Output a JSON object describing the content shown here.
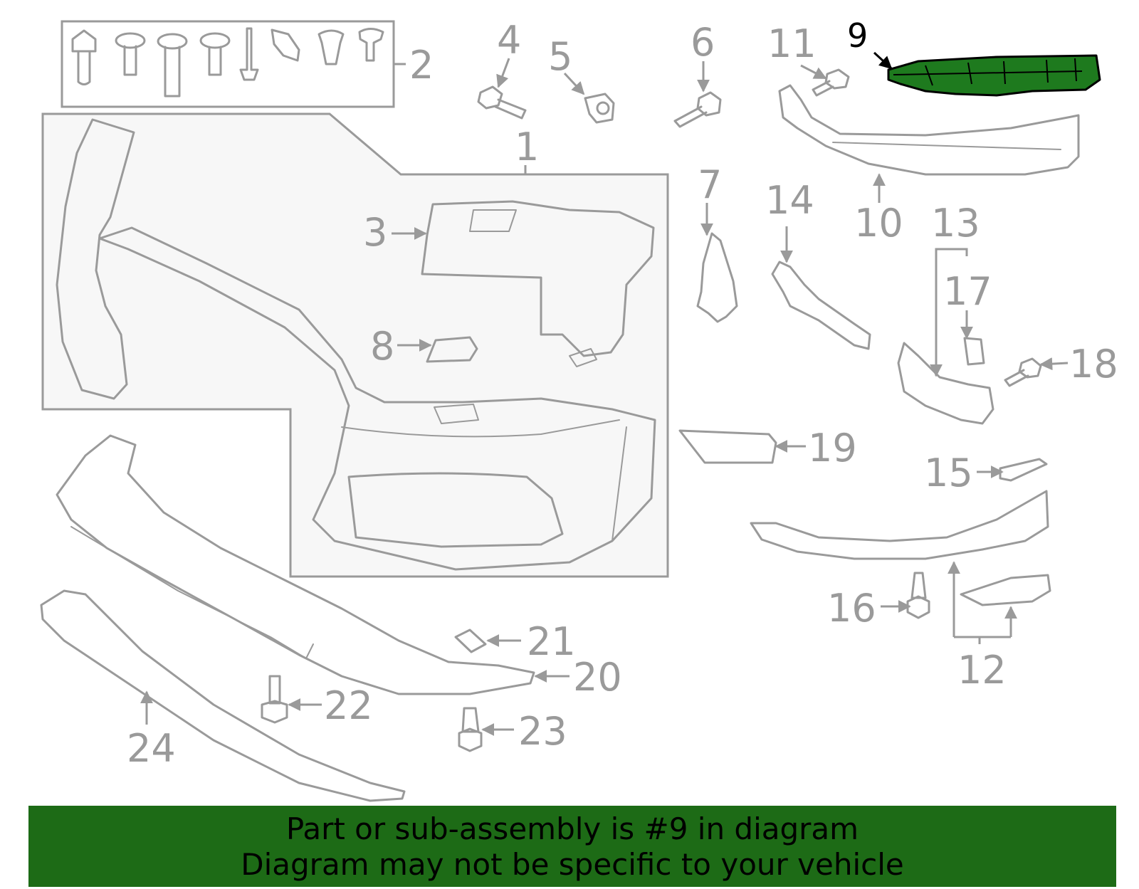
{
  "diagram": {
    "highlighted_part": "9",
    "highlight_color": "#1e7a1e",
    "callouts": {
      "c1": "1",
      "c2": "2",
      "c3": "3",
      "c4": "4",
      "c5": "5",
      "c6": "6",
      "c7": "7",
      "c8": "8",
      "c9": "9",
      "c10": "10",
      "c11": "11",
      "c12": "12",
      "c13": "13",
      "c14": "14",
      "c15": "15",
      "c16": "16",
      "c17": "17",
      "c18": "18",
      "c19": "19",
      "c20": "20",
      "c21": "21",
      "c22": "22",
      "c23": "23",
      "c24": "24"
    }
  },
  "banner": {
    "line1": "Part or sub-assembly is #9 in diagram",
    "line2": "Diagram may not be specific to your vehicle",
    "background": "#1d6b16"
  }
}
